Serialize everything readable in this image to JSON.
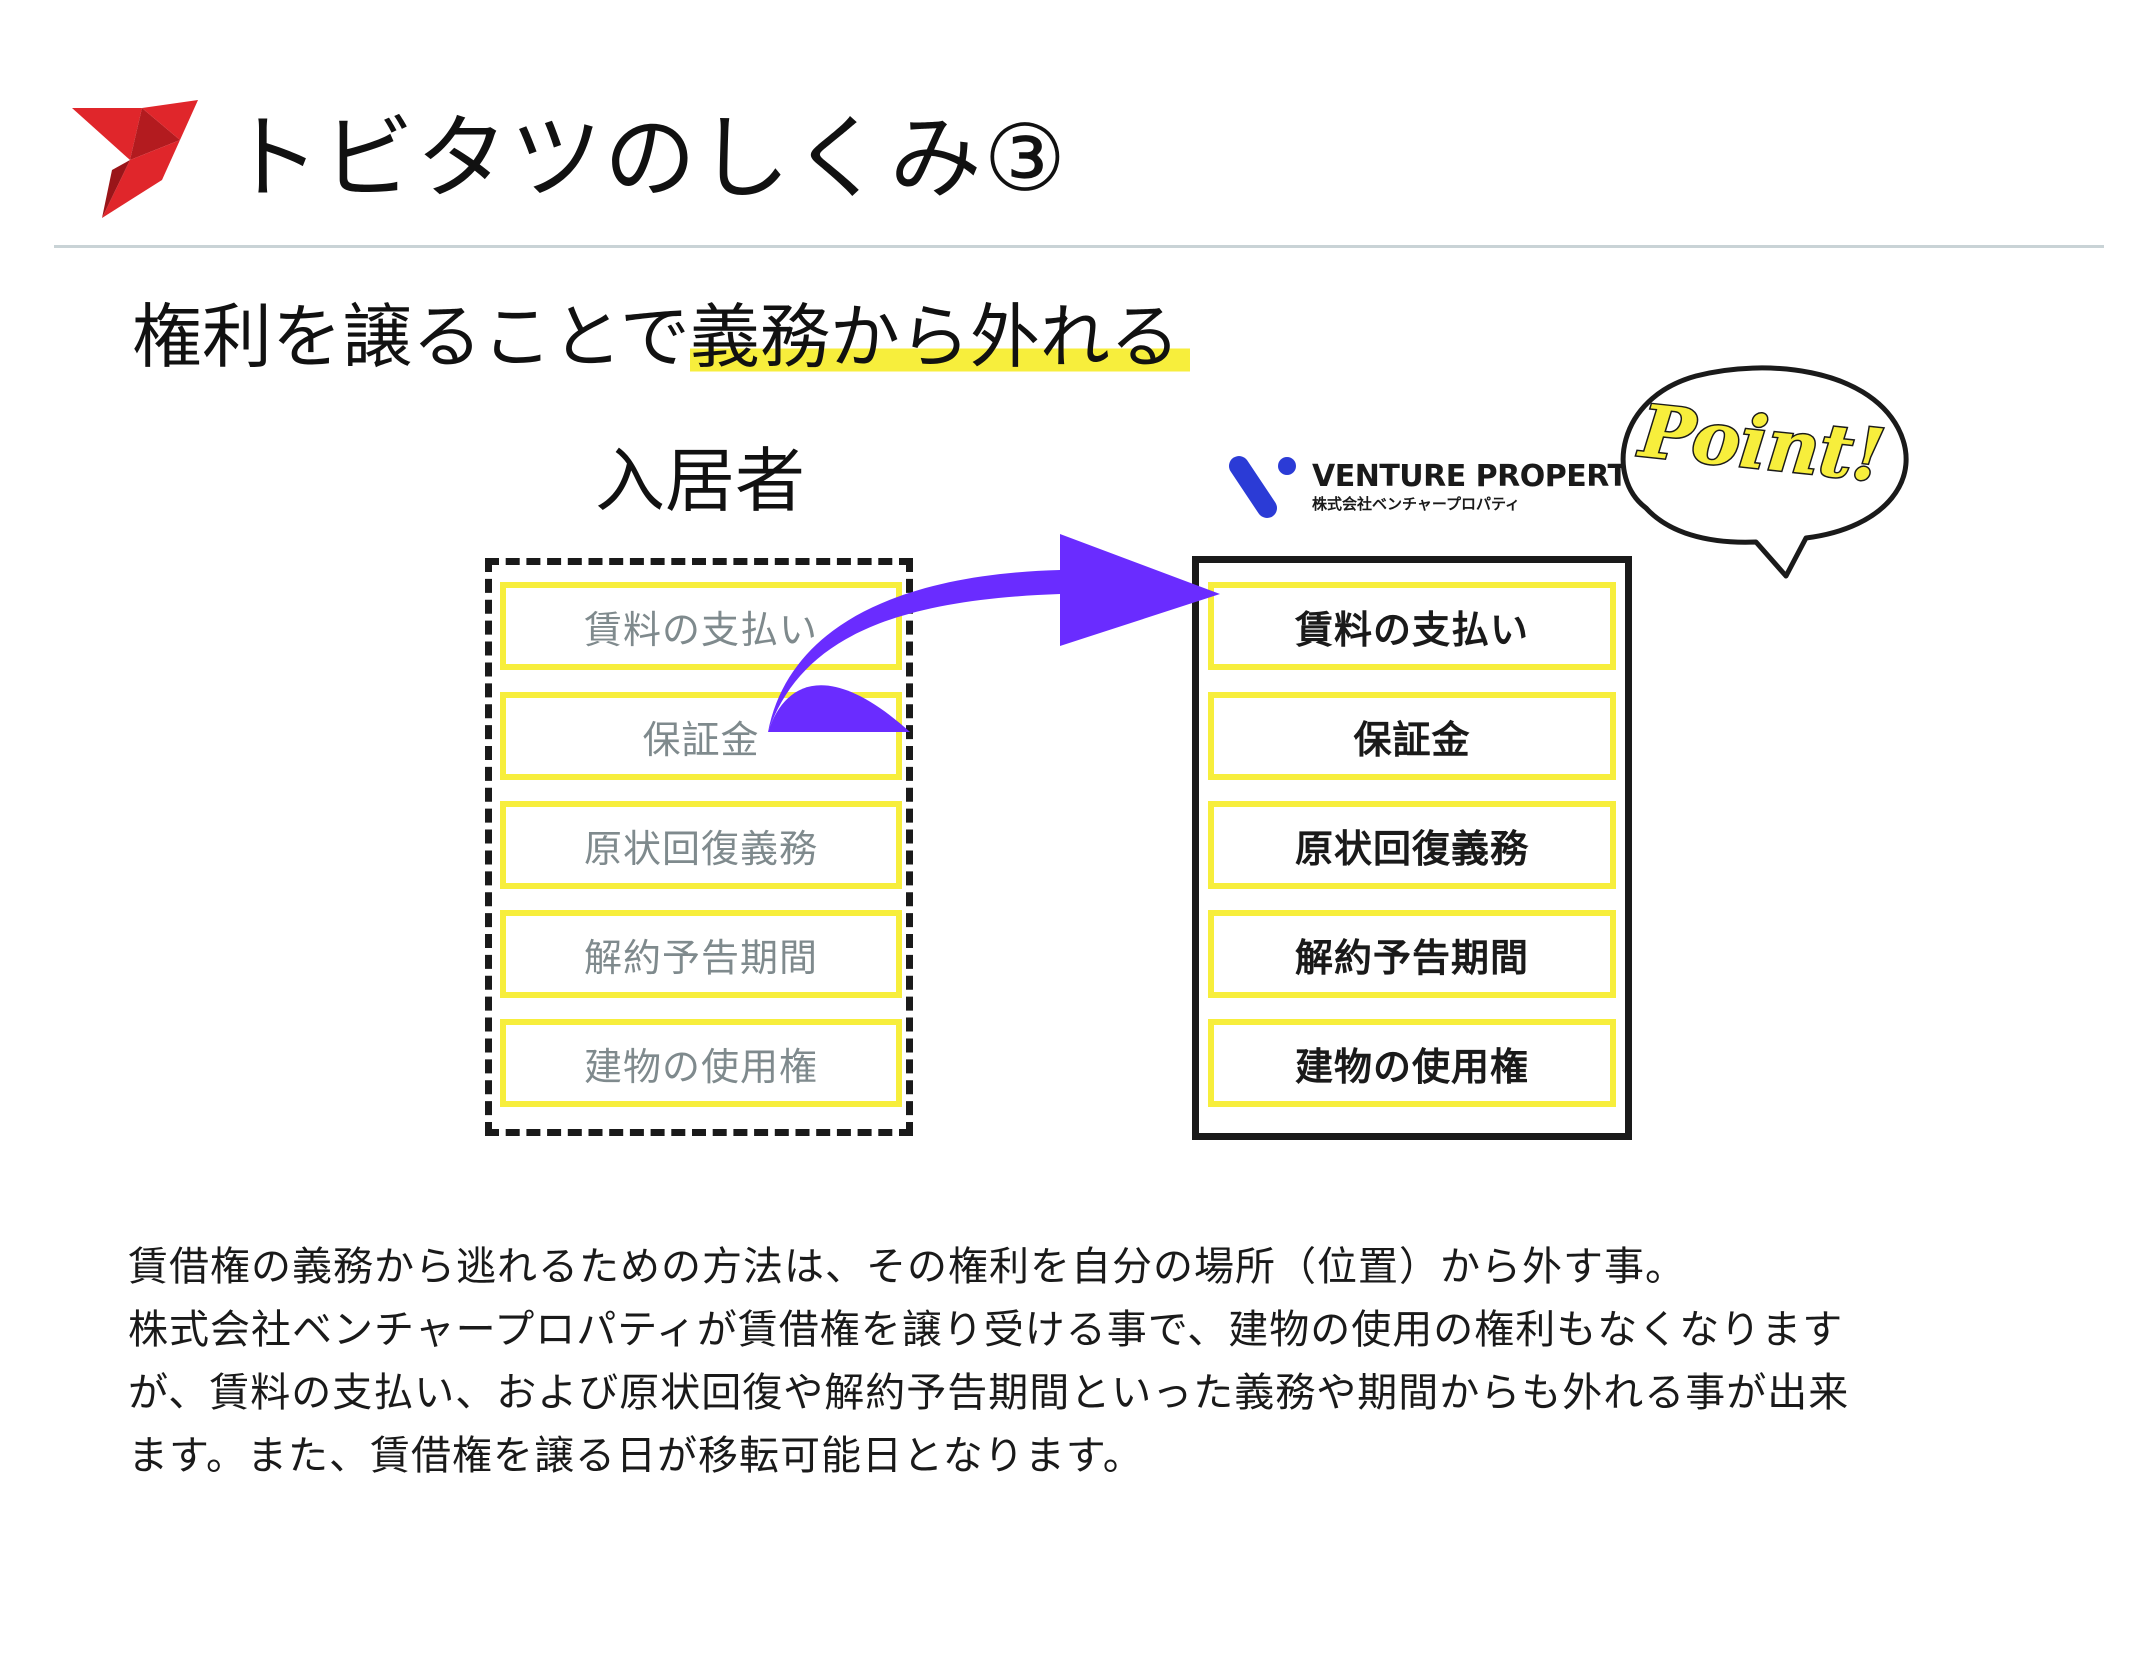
{
  "header": {
    "title": "トビタツのしくみ③"
  },
  "headline": {
    "prefix": "権利を譲ることで",
    "highlight": "義務から外れる"
  },
  "tenant": {
    "label": "入居者",
    "items": [
      "賃料の支払い",
      "保証金",
      "原状回復義務",
      "解約予告期間",
      "建物の使用権"
    ]
  },
  "company": {
    "name": "VENTURE PROPERTY",
    "subname": "株式会社ベンチャープロパティ",
    "items": [
      "賃料の支払い",
      "保証金",
      "原状回復義務",
      "解約予告期間",
      "建物の使用権"
    ]
  },
  "point": {
    "label": "Point!"
  },
  "colors": {
    "highlight": "#f7ee3c",
    "arrow": "#6a2cff",
    "logo_red": "#e0262b",
    "logo_blue": "#2b3bd6"
  },
  "body": {
    "lines": [
      "賃借権の義務から逃れるための方法は、その権利を自分の場所（位置）から外す事。",
      "株式会社ベンチャープロパティが賃借権を譲り受ける事で、建物の使用の権利もなくなります",
      "が、賃料の支払い、および原状回復や解約予告期間といった義務や期間からも外れる事が出来",
      "ます。また、賃借権を譲る日が移転可能日となります。"
    ]
  }
}
